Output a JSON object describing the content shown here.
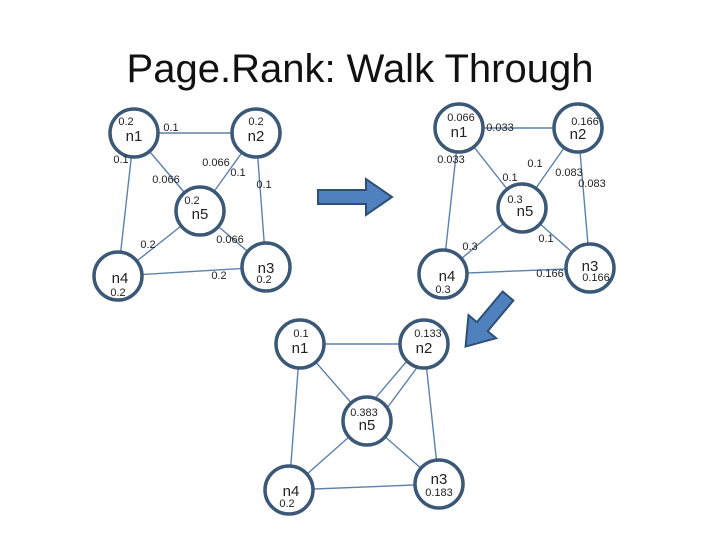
{
  "title": "Page.Rank: Walk Through",
  "colors": {
    "node_stroke": "#3b5977",
    "edge": "#5b82ad",
    "arrow_fill": "#4f81bd",
    "arrow_stroke": "#2d4f77"
  },
  "graph1": {
    "n1": {
      "name": "n1",
      "rank": "0.2"
    },
    "n2": {
      "name": "n2",
      "rank": "0.2"
    },
    "n5": {
      "name": "n5",
      "rank": "0.2"
    },
    "n4": {
      "name": "n4",
      "rank": "0.2"
    },
    "n3": {
      "name": "n3",
      "rank": "0.2"
    },
    "labels": [
      "0.2",
      "0.1",
      "0.1",
      "0.066",
      "0.1",
      "0.066",
      "0.1",
      "0.066",
      "0.2"
    ]
  },
  "graph2": {
    "n1": {
      "name": "n1",
      "rank": "0.066"
    },
    "n2": {
      "name": "n2",
      "rank": "0.166"
    },
    "n5": {
      "name": "n5",
      "rank": "0.3"
    },
    "n4": {
      "name": "n4",
      "rank": "0.3"
    },
    "n3": {
      "name": "n3",
      "rank": "0.166"
    },
    "labels": [
      "0.033",
      "0.033",
      "0.1",
      "0.1",
      "0.083",
      "0.083",
      "0.1",
      "0.3",
      "0.166"
    ]
  },
  "graph3": {
    "n1": {
      "name": "n1",
      "rank": "0.1"
    },
    "n2": {
      "name": "n2",
      "rank": "0.133"
    },
    "n5": {
      "name": "n5",
      "rank": "0.383"
    },
    "n4": {
      "name": "n4",
      "rank": "0.2"
    },
    "n3": {
      "name": "n3",
      "rank": "0.183"
    }
  }
}
